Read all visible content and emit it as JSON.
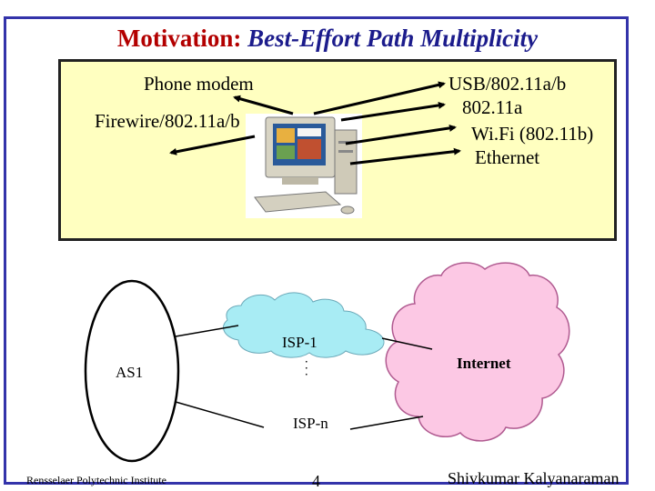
{
  "title": {
    "prefix": "Motivation:",
    "emphasis": "Best-Effort Path Multiplicity"
  },
  "panel": {
    "left_labels": [
      "Phone modem",
      "Firewire/802.11a/b"
    ],
    "right_labels": [
      "USB/802.11a/b",
      "802.11a",
      "Wi.Fi (802.11b)",
      "Ethernet"
    ]
  },
  "network": {
    "as_label": "AS1",
    "isp_top": "ISP-1",
    "isp_bottom": "ISP-n",
    "ellipsis": ". . .",
    "internet": "Internet"
  },
  "footer": {
    "institution": "Rensselaer Polytechnic Institute",
    "page": "4",
    "author": "Shivkumar Kalyanaraman"
  },
  "colors": {
    "title_red": "#b30000",
    "title_blue": "#1c1c8c",
    "panel_fill": "#ffffc0",
    "cloud_isp": "#a8ecf4",
    "cloud_internet": "#fcc8e4"
  }
}
